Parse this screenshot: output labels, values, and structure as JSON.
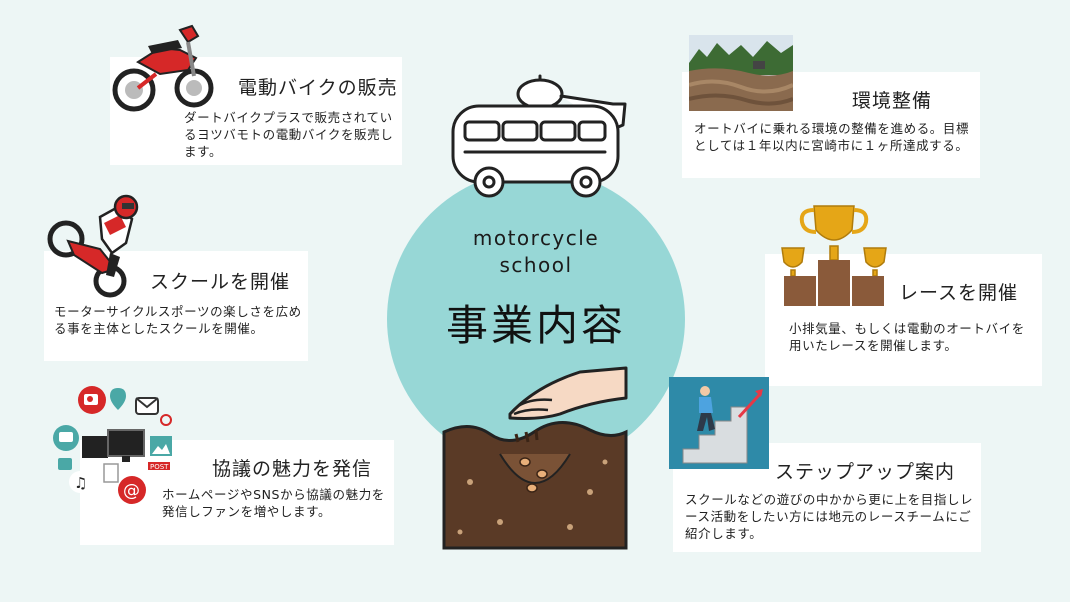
{
  "center": {
    "line1": "motorcycle",
    "line2": "school",
    "title": "事業内容"
  },
  "cards": {
    "ebike": {
      "title": "電動バイクの販売",
      "desc": "ダートバイクプラスで販売されているヨツバモトの電動バイクを販売します。"
    },
    "school": {
      "title": "スクールを開催",
      "desc": "モーターサイクルスポーツの楽しさを広める事を主体としたスクールを開催。"
    },
    "info": {
      "title": "協議の魅力を発信",
      "desc": "ホームページやSNSから協議の魅力を発信しファンを増やします。"
    },
    "environment": {
      "title": "環境整備",
      "desc": "オートバイに乗れる環境の整備を進める。目標としては１年以内に宮崎市に１ヶ所達成する。"
    },
    "race": {
      "title": "レースを開催",
      "desc": "小排気量、もしくは電動のオートバイを用いたレースを開催します。"
    },
    "stepup": {
      "title": "ステップアップ案内",
      "desc": "スクールなどの遊びの中かから更に上を目指しレース活動をしたい方には地元のレースチームにご紹介します。"
    }
  },
  "icons": {
    "ebike": "dirt-bike-icon",
    "school": "motocross-rider-icon",
    "info": "social-media-icon",
    "environment": "dirt-track-photo",
    "race": "trophies-icon",
    "stepup": "stairs-climber-icon",
    "bus": "camper-bus-icon",
    "seed": "hand-sowing-seeds-icon"
  },
  "colors": {
    "background": "#edf6f5",
    "circle": "#97d7d6",
    "card": "#ffffff",
    "accent_red": "#d62828",
    "gold": "#e5a617",
    "soil": "#5a3a26"
  }
}
